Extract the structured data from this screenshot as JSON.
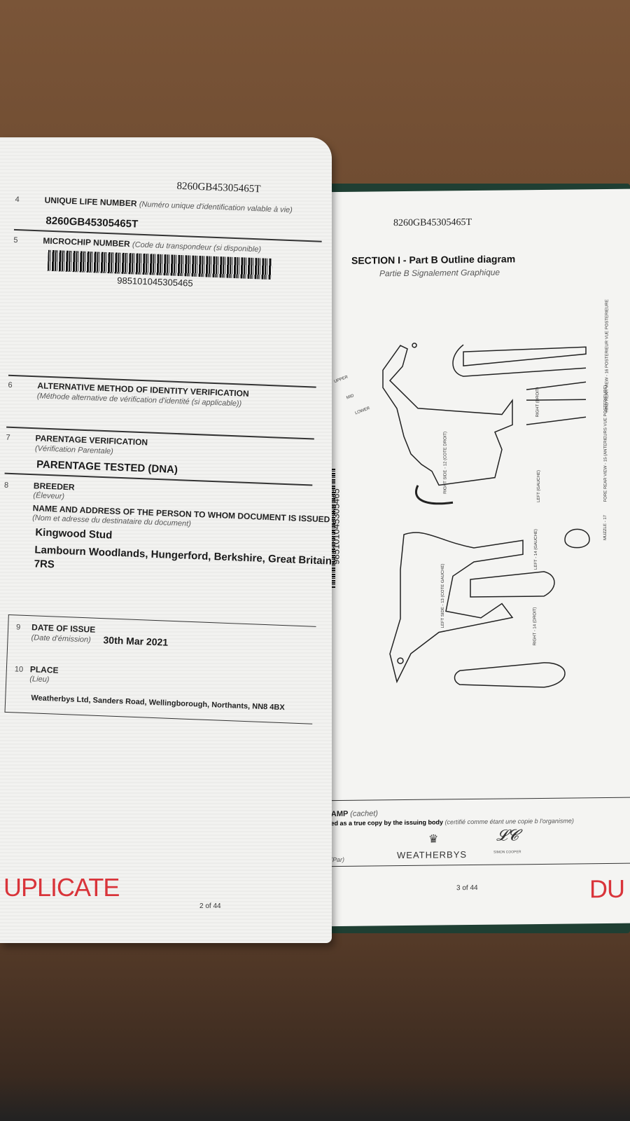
{
  "left_page": {
    "header_number": "8260GB45305465T",
    "fields": [
      {
        "num": "4",
        "label": "UNIQUE LIFE NUMBER",
        "label_fr": "(Numéro unique d'identification valable à vie)",
        "value": "8260GB45305465T"
      },
      {
        "num": "5",
        "label": "MICROCHIP NUMBER",
        "label_fr": "(Code du transpondeur (si disponible)",
        "value": "985101045305465"
      },
      {
        "num": "6",
        "label": "ALTERNATIVE METHOD OF IDENTITY VERIFICATION",
        "label_fr": "(Méthode alternative de vérification d'identité (si applicable))"
      },
      {
        "num": "7",
        "label": "PARENTAGE VERIFICATION",
        "label_fr": "(Vérification Parentale)",
        "value": "PARENTAGE TESTED (DNA)"
      },
      {
        "num": "8",
        "label": "BREEDER",
        "label_fr": "(Éleveur)",
        "sub_label": "NAME AND ADDRESS OF THE PERSON TO WHOM DOCUMENT IS ISSUED",
        "sub_label_fr": "(Nom et adresse du destinataire du document)",
        "name": "Kingwood Stud",
        "address1": "Lambourn Woodlands, Hungerford, Berkshire, Great Britain",
        "address2": "7RS"
      },
      {
        "num": "9",
        "label": "DATE OF ISSUE",
        "label_fr": "(Date d'émission)",
        "value": "30th Mar 2021"
      },
      {
        "num": "10",
        "label": "PLACE",
        "label_fr": "(Lieu)",
        "value": "Weatherbys Ltd, Sanders Road, Wellingborough, Northants, NN8 4BX"
      }
    ],
    "watermark": "UPLICATE",
    "page": "2 of 44"
  },
  "right_page": {
    "header_number": "8260GB45305465T",
    "title": "SECTION I - Part B Outline diagram",
    "subtitle": "Partie B Signalement Graphique",
    "side_barcode_number": "985101045305465",
    "diagram_labels": {
      "upper": "UPPER",
      "mid": "MID",
      "lower": "LOWER",
      "right_side": "RIGHT SIDE - 12 (COTE DROIT)",
      "left_side": "LEFT SIDE - 13 (COTE GAUCHE)",
      "hind_rear": "HIND REAR VIEW - 16 POSTERIEUR VUE POSTERIEURE",
      "fore_rear": "FORE REAR VIEW - 15 (ANTERIEURS VUE POSTERIEURE)",
      "muzzle": "MUZZLE - 17",
      "right": "RIGHT (DROIT)",
      "left": "LEFT (GAUCHE)",
      "left14": "LEFT - 14 (GAUCHE)",
      "right14": "RIGHT - 14 (DROIT)"
    },
    "stamp_label": "TAMP",
    "stamp_label_fr": "(cachet)",
    "certified": "fied as a true copy by the issuing body",
    "certified_fr": "(certifié comme étant une copie b l'organisme)",
    "by": "/ (Par)",
    "logo": "WEATHERBYS",
    "signatory": "SIMON COOPER",
    "page": "3 of 44",
    "watermark": "DU"
  }
}
